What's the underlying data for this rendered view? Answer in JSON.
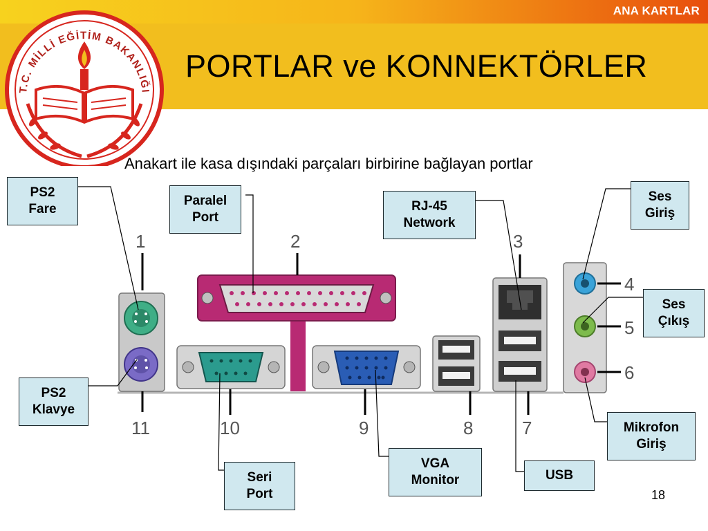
{
  "header": {
    "section_tag": "ANA KARTLAR",
    "title": "PORTLAR ve KONNEKTÖRLER",
    "logo_text": "T.C. MİLLİ EĞİTİM BAKANLIĞI"
  },
  "subtitle": "Anakart ile kasa dışındaki parçaları birbirine bağlayan portlar",
  "port_numbers": [
    "1",
    "2",
    "3",
    "4",
    "5",
    "6",
    "7",
    "8",
    "9",
    "10",
    "11"
  ],
  "labels": {
    "ps2_mouse": {
      "line1": "PS2",
      "line2": "Fare"
    },
    "parallel": {
      "line1": "Paralel",
      "line2": "Port"
    },
    "rj45": {
      "line1": "RJ-45",
      "line2": "Network"
    },
    "audio_in": {
      "line1": "Ses",
      "line2": "Giriş"
    },
    "audio_out": {
      "line1": "Ses",
      "line2": "Çıkış"
    },
    "ps2_keyboard": {
      "line1": "PS2",
      "line2": "Klavye"
    },
    "mic_in": {
      "line1": "Mikrofon",
      "line2": "Giriş"
    },
    "vga": {
      "line1": "VGA",
      "line2": "Monitor"
    },
    "serial": {
      "line1": "Seri",
      "line2": "Port"
    },
    "usb": {
      "line1": "USB"
    }
  },
  "page_number": "18",
  "colors": {
    "header_band": "#f2be1e",
    "label_fill": "#d0e8ef",
    "logo_red": "#d7261e",
    "ps2_mouse": "#3fae86",
    "ps2_keyboard": "#7a6bc6",
    "parallel": "#b82a73",
    "serial": "#2b9b8e",
    "vga": "#2a5db5",
    "audio_in": "#3aa3d9",
    "audio_out": "#7dbb4c",
    "mic": "#e07aa2"
  }
}
